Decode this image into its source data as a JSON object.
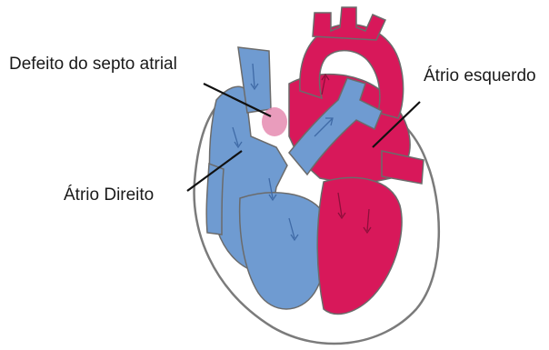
{
  "labels": {
    "septal_defect": "Defeito do septo atrial",
    "left_atrium": "Átrio esquerdo",
    "right_atrium": "Átrio Direito"
  },
  "colors": {
    "blue": "#6f9bd1",
    "blue_dark": "#5a86bf",
    "red": "#d8185a",
    "red_dark": "#b9134c",
    "outline": "#7b7b7b",
    "defect": "#e58bb0"
  }
}
